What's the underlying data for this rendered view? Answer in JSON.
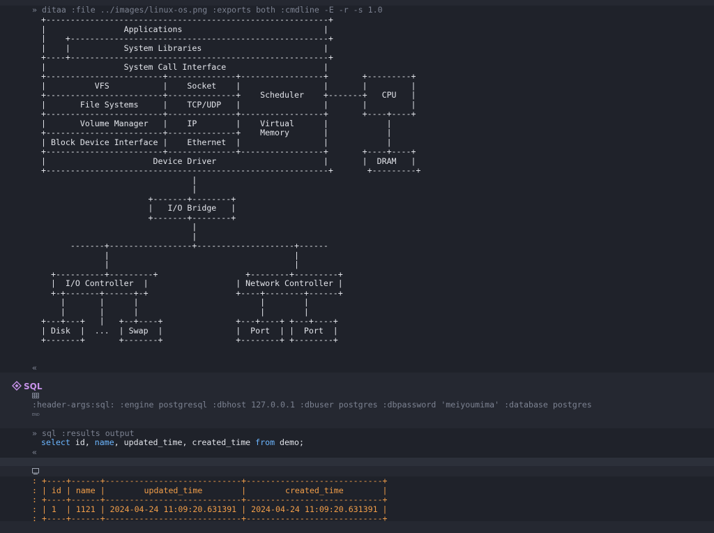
{
  "colors": {
    "background": "#252831",
    "src_block_bg": "#1f222a",
    "meta_text": "#7c8291",
    "heading_purple": "#c792ea",
    "keyword_blue": "#6cb6ff",
    "result_orange": "#f29e49"
  },
  "ditaa_block": {
    "begin_line": "» ditaa :file ../images/linux-os.png :exports both :cmdline -E -r -s 1.0",
    "diagram_lines": [
      "+----------------------------------------------------------+",
      "|                Applications                             |",
      "|    +-----------------------------------------------------+",
      "|    |           System Libraries                         |",
      "+----+-----------------------------------------------------+",
      "|                System Call Interface                    |",
      "+------------------------+--------------+-----------------+       +---------+",
      "|          VFS           |    Socket    |                 |       |         |",
      "+------------------------+--------------+    Scheduler    +-------+   CPU   |",
      "|       File Systems     |    TCP/UDP   |                 |       |         |",
      "+------------------------+--------------+-----------------+       +----+----+",
      "|       Volume Manager   |    IP        |    Virtual      |            |",
      "+------------------------+--------------+    Memory       |            |",
      "| Block Device Interface |    Ethernet  |                 |            |",
      "+------------------------+--------------+-----------------+       +----+----+",
      "|                      Device Driver                      |       |  DRAM   |",
      "+----------------------------------------------------------+       +---------+",
      "                               |",
      "                               |",
      "                      +-------+--------+",
      "                      |   I/O Bridge   |",
      "                      +-------+--------+",
      "                               |",
      "                               |",
      "      -------+-----------------+--------------------+------",
      "             |                                      |",
      "             |                                      |",
      "  +----------+---------+                  +--------+---------+",
      "  |  I/O Controller  |                  | Network Controller |",
      "  +-+-------+------+-+                  +----+--------+------+",
      "    |       |      |                         |        |",
      "    |       |      |                         |        |",
      "+---+---+   |   +--+----+               +---+----+ +---+----+",
      "| Disk  |  ...  | Swap  |               |  Port  | |  Port  |",
      "+-------+       +-------+               +--------+ +--------+"
    ],
    "end_line": "«"
  },
  "sql_heading": {
    "title": "SQL",
    "icon": "diamond-bullet-icon"
  },
  "properties": {
    "begin_icon": "table-icon",
    "header_args": ":header-args:sql: :engine postgresql :dbhost 127.0.0.1 :dbuser postgres :dbpassword 'meiyoumima' :database postgres",
    "end_label": "END"
  },
  "sql_block": {
    "begin_line": "» sql :results output",
    "code": {
      "select": "select",
      "part1": " id, ",
      "name": "name",
      "part2": ", updated_time, created_time ",
      "from": "from",
      "part3": " demo;"
    },
    "end_line": "«"
  },
  "results": {
    "icon": "terminal-icon",
    "table": {
      "columns": [
        "id",
        "name",
        "updated_time",
        "created_time"
      ],
      "rows": [
        [
          "1",
          "1121",
          "2024-04-24 11:09:20.631391",
          "2024-04-24 11:09:20.631391"
        ]
      ]
    },
    "lines": [
      ": +----+------+----------------------------+----------------------------+",
      ": | id | name |        updated_time        |        created_time        |",
      ": +----+------+----------------------------+----------------------------+",
      ": | 1  | 1121 | 2024-04-24 11:09:20.631391 | 2024-04-24 11:09:20.631391 |",
      ": +----+------+----------------------------+----------------------------+"
    ]
  }
}
